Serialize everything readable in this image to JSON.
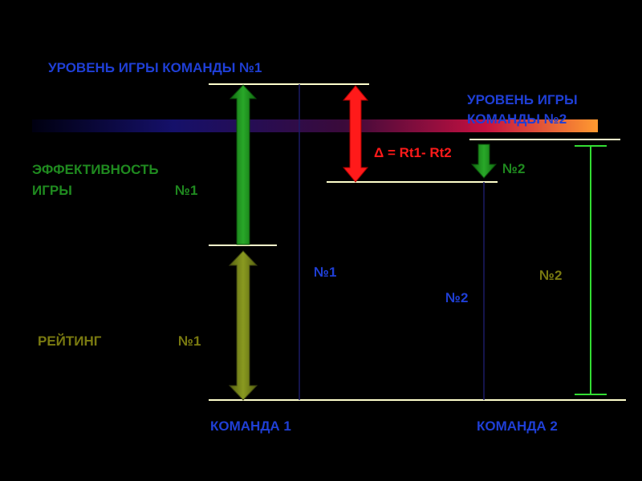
{
  "labels": {
    "team1_level": "УРОВЕНЬ ИГРЫ КОМАНДЫ №1",
    "team2_level_line1": "УРОВЕНЬ ИГРЫ",
    "team2_level_line2": "КОМАНДЫ №2",
    "delta_formula": "Δ = Rt1- Rt2",
    "efficiency_line1": "ЭФФЕКТИВНОСТЬ",
    "efficiency_line2": "ИГРЫ",
    "efficiency_num": "№1",
    "efficiency2_num": "№2",
    "rating": "РЕЙТИНГ",
    "rating_num": "№1",
    "team1_center_num": "№1",
    "team2_mid_num": "№2",
    "team2_right_num": "№2",
    "team1": "КОМАНДА 1",
    "team2": "КОМАНДА 2"
  },
  "colors": {
    "background": "#000000",
    "team_label": "#1f3fd6",
    "efficiency": "#1f8a1f",
    "rating": "#7a7a10",
    "delta": "#ff1a1a",
    "guide_line": "#ffffcc",
    "rating2_bracket": "#33dd33"
  }
}
